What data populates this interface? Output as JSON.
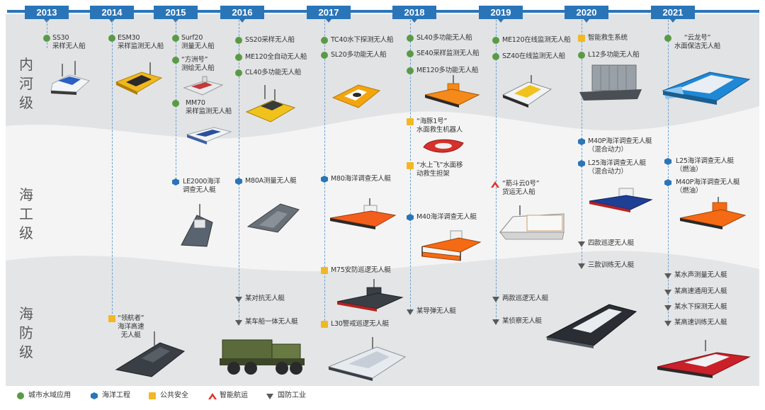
{
  "years": [
    "2013",
    "2014",
    "2015",
    "2016",
    "2017",
    "2018",
    "2019",
    "2020",
    "2021"
  ],
  "levels": {
    "inland": [
      "内",
      "河",
      "级"
    ],
    "marine": [
      "海",
      "工",
      "级"
    ],
    "defense": [
      "海",
      "防",
      "级"
    ]
  },
  "colors": {
    "year_bg": "#2a75b8",
    "city_water": "#5b9a45",
    "marine_engineering": "#2a75b8",
    "public_safety": "#f2b824",
    "smart_shipping": "#d9342b",
    "defense_industry": "#5a5a5a"
  },
  "labels": {
    "ss30": "SS30\n采样无人船",
    "esm30": "ESM30\n采样监测无人船",
    "surf20": "Surf20\n测量无人船",
    "fangzhou": "“方洲号”\n测绘无人船",
    "mm70": "MM70\n采样监测无人船",
    "ss20": "SS20采样无人船",
    "me120_auto": "ME120全自动无人船",
    "cl40": "CL40多功能无人船",
    "tc40": "TC40水下探测无人船",
    "sl20": "SL20多功能无人船",
    "sl40": "SL40多功能无人船",
    "se40": "SE40采样监测无人船",
    "me120_multi": "ME120多功能无人船",
    "haitun": "“海豚1号”\n水面救生机器人",
    "shuishangfei": "“水上飞”水面移\n动救生担架",
    "me120_online": "ME120在线监测无人船",
    "sz40": "SZ40在线监测无人船",
    "rescue_system": "智能救生系统",
    "l12": "L12多功能无人船",
    "yunlong": "“云龙号”\n水面保洁无人船",
    "le2000": "LE2000海洋\n调查无人艇",
    "m80a": "M80A测量无人艇",
    "m80": "M80海洋调查无人艇",
    "m40": "M40海洋调查无人艇",
    "jindouyun": "“筋斗云0号”\n货运无人船",
    "m40p_2020": "M40P海洋调查无人艇\n（混合动力）",
    "l25_2020": "L25海洋调查无人艇\n（混合动力）",
    "l25_2021": "L25海洋调查无人艇\n（燃油）",
    "m40p_2021": "M40P海洋调查无人艇\n（燃油）",
    "linghangzhe": "“领航者”\n海洋高速\n无人艇",
    "duikang": "某对抗无人艇",
    "chechuan": "某车船一体无人艇",
    "m75": "M75安防巡逻无人艇",
    "l30": "L30警戒巡逻无人艇",
    "daodan": "某导弹无人艇",
    "liangkuan": "两款巡逻无人艇",
    "zhencha": "某侦察无人艇",
    "sikuan": "四款巡逻无人艇",
    "sankuan": "三款训练无人艇",
    "shuisheng": "某水声测量无人艇",
    "gaosu_tongyong": "某高速通用无人艇",
    "shuixia": "某水下探测无人艇",
    "gaosu_xunlian": "某高速训练无人艇"
  },
  "legend": {
    "city": "城市水域应用",
    "marine": "海洋工程",
    "safety": "公共安全",
    "shipping": "智能航运",
    "defense": "国防工业"
  }
}
